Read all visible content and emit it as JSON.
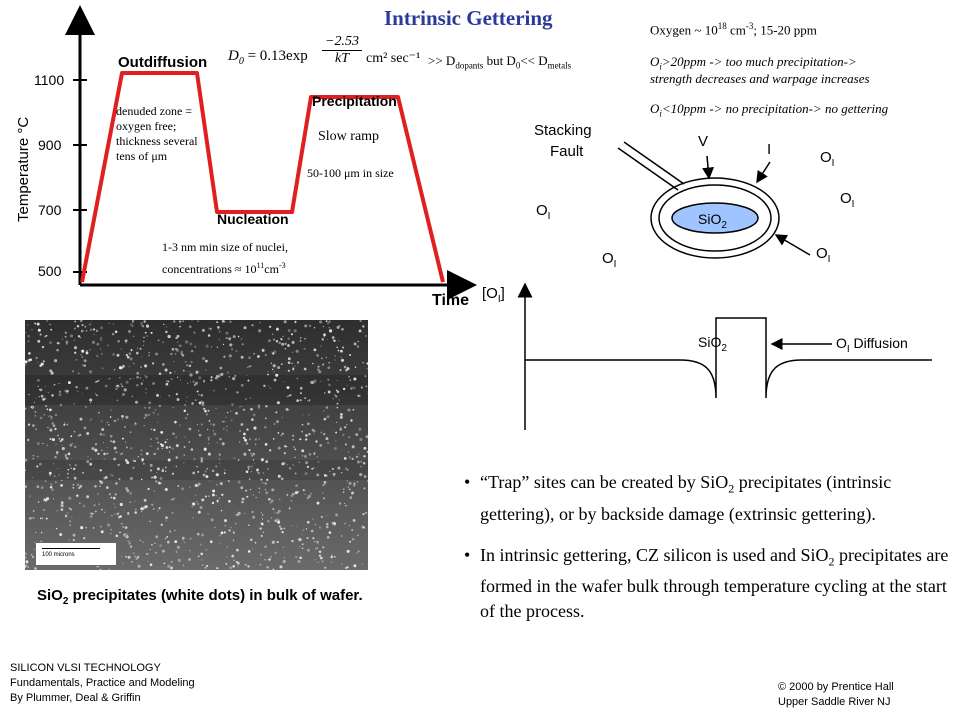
{
  "title": "Intrinsic Gettering",
  "oxygen_notes": {
    "line1": "Oxygen ~ 10",
    "line1_exp": "18",
    "line1_unit": " cm",
    "line1_unit_exp": "-3",
    "line1_tail": "; 15-20 ppm",
    "line2": "O",
    "line2_sub": "i",
    "line2_rest": ">20ppm -> too much precipitation->",
    "line3": "strength decreases and warpage increases",
    "line4": "O",
    "line4_sub": "i",
    "line4_rest": "<10ppm -> no precipitation-> no gettering"
  },
  "equation": {
    "prefix": "D",
    "prefix_sub": "0",
    "main": " = 0.13exp",
    "numerator": "−2.53",
    "denominator": "kT",
    "units": "cm² sec⁻¹",
    "tail": ">> D",
    "tail_sub": "dopants",
    "tail_mid": " but D",
    "tail_sub2": "0",
    "tail_end": "<< D",
    "tail_sub3": "metals"
  },
  "temperature_chart": {
    "y_axis_label": "Temperature °C",
    "x_axis_label": "Time",
    "y_ticks": [
      "1100",
      "900",
      "700",
      "500"
    ],
    "stage_outdiffusion": "Outdiffusion",
    "stage_nucleation": "Nucleation",
    "stage_precipitation": "Precipitation",
    "denuded_lines": [
      "denuded zone =",
      "oxygen free;",
      "thickness several",
      "tens of μm"
    ],
    "slow_ramp": "Slow ramp",
    "size_label": "50-100 μm in size",
    "nuclei_line1": "1-3 nm min size of nuclei,",
    "nuclei_line2a": "concentrations ≈ 10",
    "nuclei_line2_exp": "11",
    "nuclei_line2b": "cm",
    "nuclei_line2_exp2": "-3"
  },
  "gettering_diagram": {
    "stacking_fault_line1": "Stacking",
    "stacking_fault_line2": "Fault",
    "v_label": "V",
    "i_label": "I",
    "sio2": "SiO",
    "sio2_sub": "2",
    "oi": "O",
    "oi_sub": "I"
  },
  "profile_diagram": {
    "y_label": "[O",
    "y_label_sub": "I",
    "y_label_end": "]",
    "sio2": "SiO",
    "sio2_sub": "2",
    "diffusion": "O",
    "diffusion_sub": "I",
    "diffusion_end": " Diffusion"
  },
  "micrograph": {
    "scale_label": "100 microns"
  },
  "caption": {
    "prefix": "SiO",
    "sub": "2",
    "rest": " precipitates (white dots) in bulk of wafer."
  },
  "bullets": [
    {
      "a": "“Trap” sites can be created by SiO",
      "sub": "2",
      "b": " precipitates (intrinsic gettering), or by backside damage (extrinsic gettering)."
    },
    {
      "a": "In intrinsic gettering, CZ silicon is used and SiO",
      "sub": "2",
      "b": " precipitates are formed in the wafer bulk through temperature cycling at the start of the process."
    }
  ],
  "footer_left": [
    "SILICON VLSI TECHNOLOGY",
    "Fundamentals, Practice and Modeling",
    "By Plummer, Deal & Griffin"
  ],
  "footer_right": [
    "© 2000 by Prentice Hall",
    "Upper Saddle River NJ"
  ],
  "colors": {
    "title": "#2a3a9a",
    "trace": "#e02020",
    "axis": "#000000"
  }
}
